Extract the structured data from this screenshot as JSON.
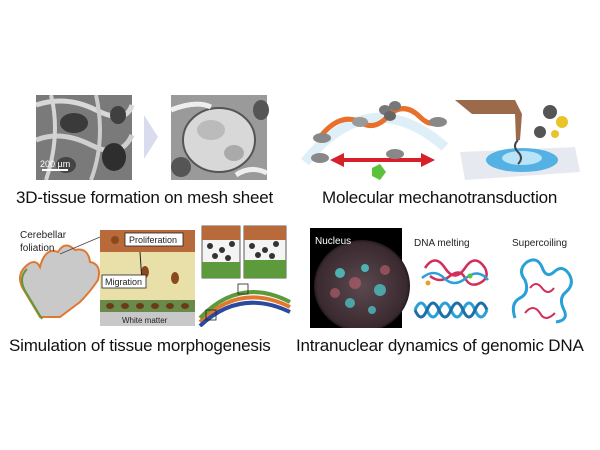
{
  "captions": {
    "tissue_formation": "3D-tissue formation on mesh sheet",
    "mechanotransduction": "Molecular mechanotransduction",
    "morphogenesis": "Simulation of tissue morphogenesis",
    "genomic_dna": "Intranuclear dynamics of genomic DNA"
  },
  "labels": {
    "scale_bar": "200 µm",
    "cerebellar_foliation": "Cerebellar foliation",
    "cerebellar_line1": "Cerebellar",
    "cerebellar_line2": "foliation",
    "proliferation": "Proliferation",
    "migration": "Migration",
    "white_matter": "White matter",
    "nucleus": "Nucleus",
    "dna_melting": "DNA melting",
    "supercoiling": "Supercoiling"
  },
  "colors": {
    "orange_linker": "#e8702a",
    "red_arrow": "#d8202a",
    "blue_dish": "#3aa7e0",
    "brown_cell": "#8a4a1e",
    "green_layer": "#5d9a3c",
    "dna_blue": "#2aa0d8",
    "dna_red": "#d0305a",
    "nucleus_cyan": "#4fd0d0"
  }
}
